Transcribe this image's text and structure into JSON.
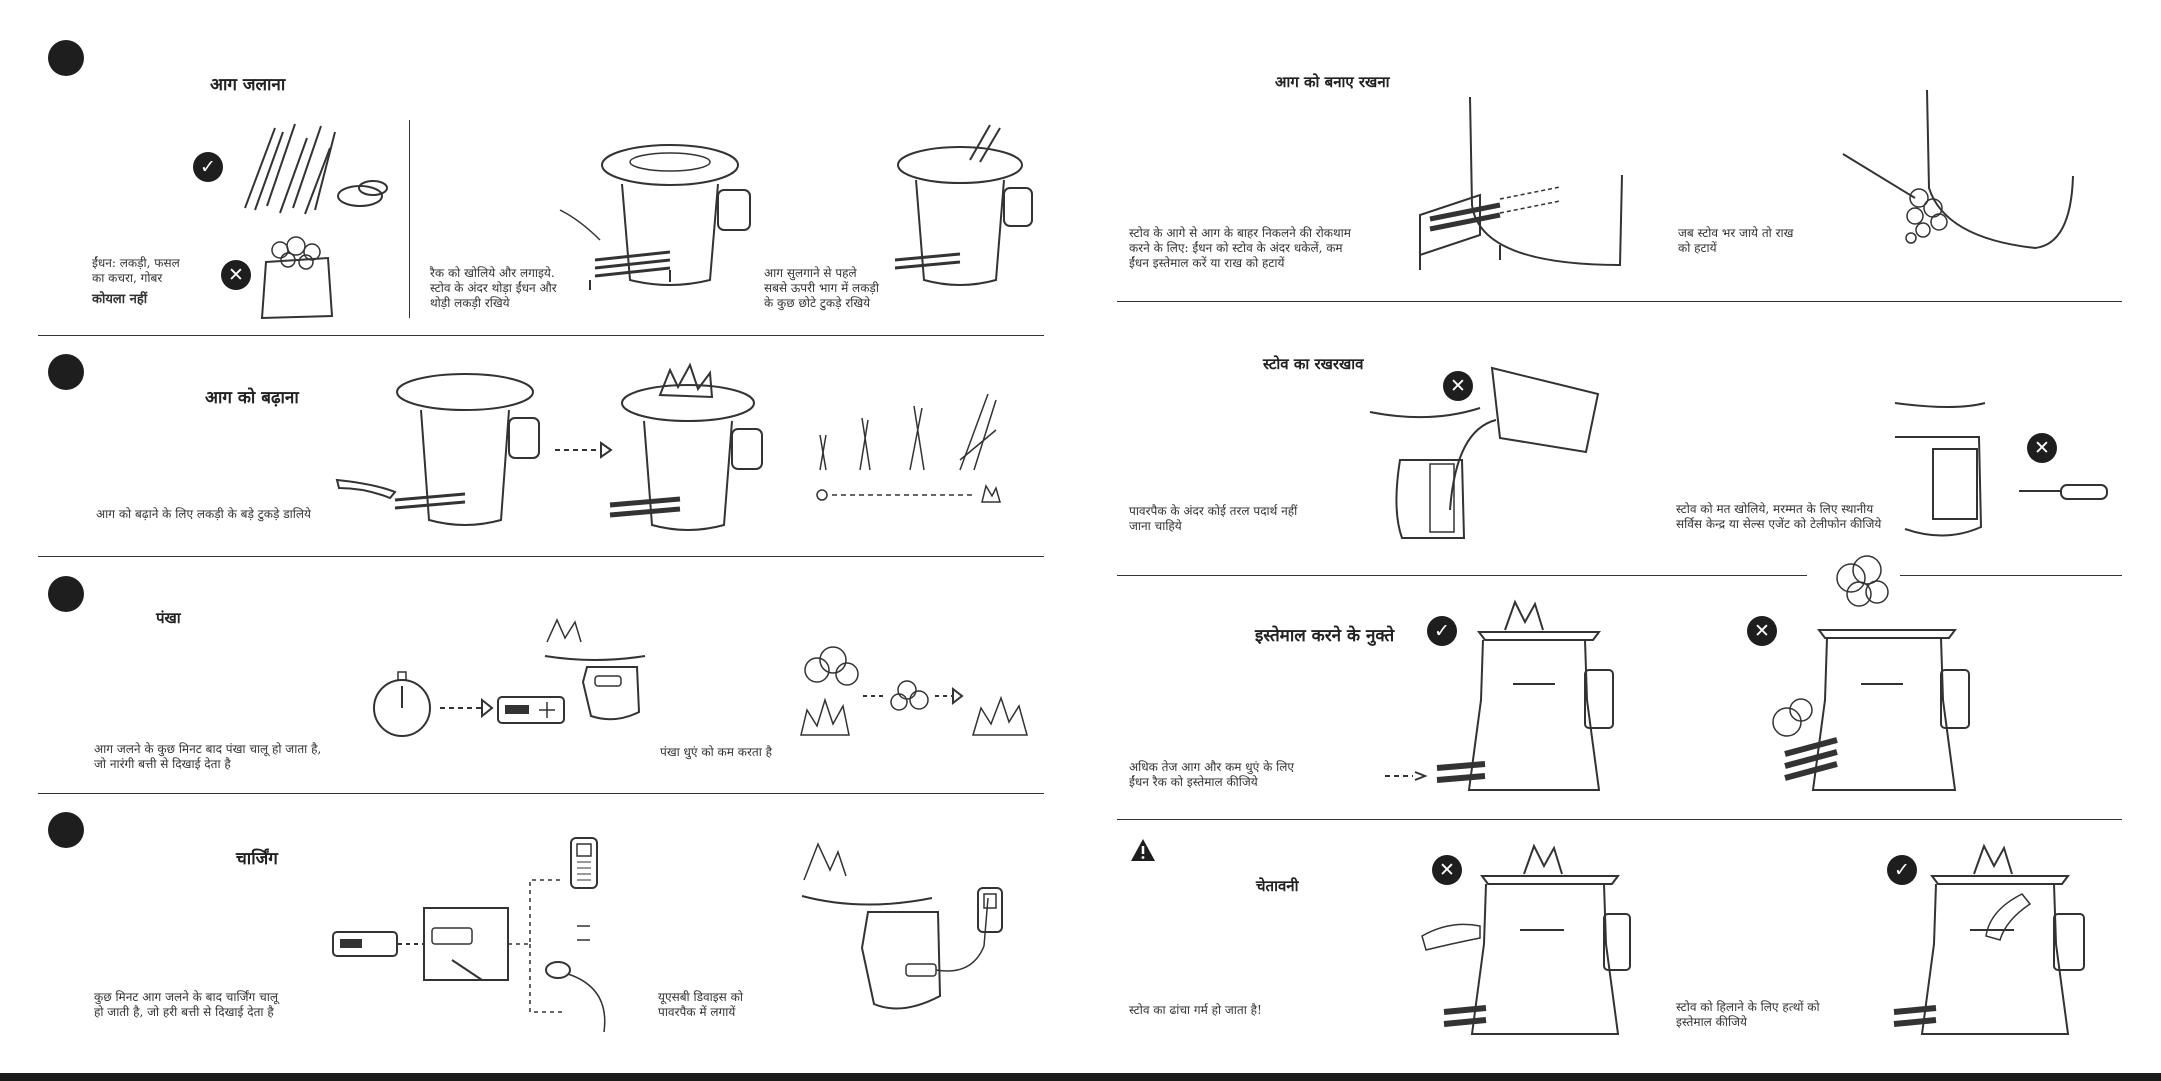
{
  "left": {
    "s1": {
      "title": "आग जलाना",
      "fuel_caption": "ईंधन: लकड़ी, फसल\nका कचरा, गोबर",
      "fuel_not": "कोयला नहीं",
      "rack_caption": "रैक को खोलिये और लगाइये.\nस्टोव के अंदर थोड़ा ईंधन और\nथोड़ी लकड़ी रखिये",
      "kindle_caption": "आग सुलगाने से पहले\nसबसे ऊपरी भाग में लकड़ी\nके कुछ छोटे टुकड़े रखिये"
    },
    "s2": {
      "title": "आग को बढ़ाना",
      "caption": "आग को बढ़ाने के लिए लकड़ी के बड़े टुकड़े डालिये"
    },
    "s3": {
      "title": "पंखा",
      "caption": "आग जलने के कुछ मिनट बाद पंखा चालू हो जाता है,\nजो नारंगी बत्ती से दिखाई देता है",
      "smoke_caption": "पंखा धुएं को कम करता है"
    },
    "s4": {
      "title": "चार्जिंग",
      "caption": "कुछ मिनट आग जलने के बाद चार्जिंग चालू\nहो जाती है, जो हरी बत्ती से दिखाई देता है",
      "usb_caption": "यूएसबी डिवाइस को\nपावरपैक में लगायें"
    }
  },
  "right": {
    "s1": {
      "title": "आग को बनाए रखना",
      "caption": "स्टोव के आगे से आग के बाहर निकलने की रोकथाम\nकरने के लिए: ईंधन को स्टोव के अंदर धकेलें, कम\nईंधन इस्तेमाल करें या राख को हटायें",
      "ash_caption": "जब स्टोव भर जाये तो राख\nको हटायें"
    },
    "s2": {
      "title": "स्टोव का रखरखाव",
      "liquid_caption": "पावरपैक के अंदर कोई तरल पदार्थ नहीं\nजाना चाहिये",
      "open_caption": "स्टोव को मत खोलिये, मरम्मत के लिए स्थानीय\nसर्विस केन्द्र या सेल्स एजेंट को टेलीफोन कीजिये"
    },
    "s3": {
      "title": "इस्तेमाल करने के नुक्ते",
      "caption": "अधिक तेज आग और कम धुएं के लिए\nईंधन रैक को इस्तेमाल कीजिये"
    },
    "s4": {
      "title": "चेतावनी",
      "hot_caption": "स्टोव का ढांचा गर्म हो जाता है!",
      "gloves_caption": "स्टोव को हिलाने के लिए हत्थों को\nइस्तेमाल कीजिये"
    }
  },
  "icons": {
    "check": "check-icon",
    "cross": "cross-icon",
    "warning": "warning-icon"
  },
  "glyphs": {
    "check": "✓",
    "cross": "✕",
    "warning": "!"
  }
}
